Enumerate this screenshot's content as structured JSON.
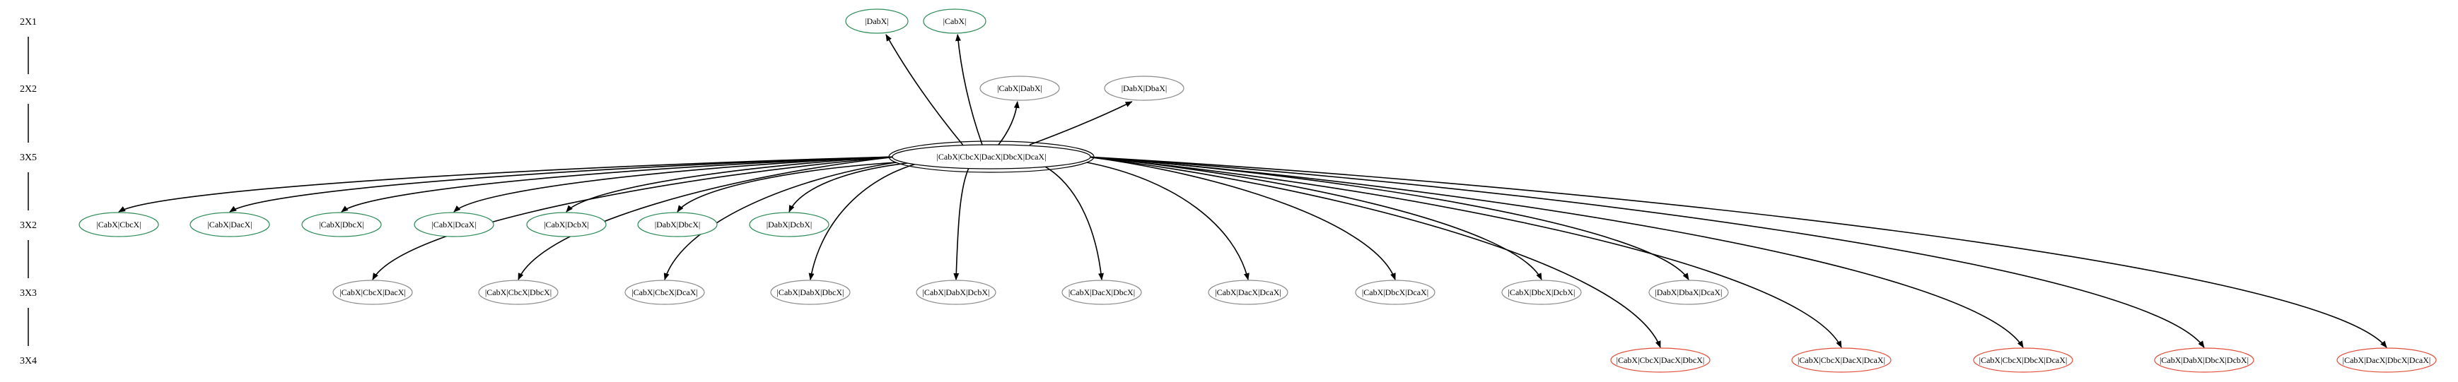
{
  "row_labels": [
    "2X1",
    "2X2",
    "3X5",
    "3X2",
    "3X3",
    "3X4"
  ],
  "colors": {
    "edge": "#000000",
    "rank_bar": "#000000",
    "node_green": "#2e8b57",
    "node_gray": "#8c8c8c",
    "node_red": "#e0503c",
    "node_center": "#000000",
    "text": "#000000"
  },
  "center_node": {
    "id": "c",
    "label": "|CabX|CbcX|DacX|DbcX|DcaX|"
  },
  "nodes": [
    {
      "id": "r1a",
      "row": 0,
      "label": "|DabX|",
      "color": "node_green"
    },
    {
      "id": "r1b",
      "row": 0,
      "label": "|CabX|",
      "color": "node_green"
    },
    {
      "id": "r2a",
      "row": 1,
      "label": "|CabX|DabX|",
      "color": "node_gray"
    },
    {
      "id": "r2b",
      "row": 1,
      "label": "|DabX|DbaX|",
      "color": "node_gray"
    },
    {
      "id": "g1",
      "row": 3,
      "label": "|CabX|CbcX|",
      "color": "node_green"
    },
    {
      "id": "g2",
      "row": 3,
      "label": "|CabX|DacX|",
      "color": "node_green"
    },
    {
      "id": "g3",
      "row": 3,
      "label": "|CabX|DbcX|",
      "color": "node_green"
    },
    {
      "id": "g4",
      "row": 3,
      "label": "|CabX|DcaX|",
      "color": "node_green"
    },
    {
      "id": "g5",
      "row": 3,
      "label": "|CabX|DcbX|",
      "color": "node_green"
    },
    {
      "id": "g6",
      "row": 3,
      "label": "|DabX|DbcX|",
      "color": "node_green"
    },
    {
      "id": "g7",
      "row": 3,
      "label": "|DabX|DcbX|",
      "color": "node_green"
    },
    {
      "id": "h1",
      "row": 4,
      "label": "|CabX|CbcX|DacX|",
      "color": "node_gray"
    },
    {
      "id": "h2",
      "row": 4,
      "label": "|CabX|CbcX|DbcX|",
      "color": "node_gray"
    },
    {
      "id": "h3",
      "row": 4,
      "label": "|CabX|CbcX|DcaX|",
      "color": "node_gray"
    },
    {
      "id": "h4",
      "row": 4,
      "label": "|CabX|DabX|DbcX|",
      "color": "node_gray"
    },
    {
      "id": "h5",
      "row": 4,
      "label": "|CabX|DabX|DcbX|",
      "color": "node_gray"
    },
    {
      "id": "h6",
      "row": 4,
      "label": "|CabX|DacX|DbcX|",
      "color": "node_gray"
    },
    {
      "id": "h7",
      "row": 4,
      "label": "|CabX|DacX|DcaX|",
      "color": "node_gray"
    },
    {
      "id": "h8",
      "row": 4,
      "label": "|CabX|DbcX|DcaX|",
      "color": "node_gray"
    },
    {
      "id": "h9",
      "row": 4,
      "label": "|CabX|DbcX|DcbX|",
      "color": "node_gray"
    },
    {
      "id": "h10",
      "row": 4,
      "label": "|DabX|DbaX|DcaX|",
      "color": "node_gray"
    },
    {
      "id": "k1",
      "row": 5,
      "label": "|CabX|CbcX|DacX|DbcX|",
      "color": "node_red"
    },
    {
      "id": "k2",
      "row": 5,
      "label": "|CabX|CbcX|DacX|DcaX|",
      "color": "node_red"
    },
    {
      "id": "k3",
      "row": 5,
      "label": "|CabX|CbcX|DbcX|DcaX|",
      "color": "node_red"
    },
    {
      "id": "k4",
      "row": 5,
      "label": "|CabX|DabX|DbcX|DcbX|",
      "color": "node_red"
    },
    {
      "id": "k5",
      "row": 5,
      "label": "|CabX|DacX|DbcX|DcaX|",
      "color": "node_red"
    }
  ],
  "edges": [
    {
      "to": "r1a"
    },
    {
      "to": "r1b"
    },
    {
      "to": "r2a"
    },
    {
      "to": "r2b"
    },
    {
      "to": "g1"
    },
    {
      "to": "g2"
    },
    {
      "to": "g3"
    },
    {
      "to": "g4"
    },
    {
      "to": "g5"
    },
    {
      "to": "g6"
    },
    {
      "to": "g7"
    },
    {
      "to": "h1"
    },
    {
      "to": "h2"
    },
    {
      "to": "h3"
    },
    {
      "to": "h4"
    },
    {
      "to": "h5"
    },
    {
      "to": "h6"
    },
    {
      "to": "h7"
    },
    {
      "to": "h8"
    },
    {
      "to": "h9"
    },
    {
      "to": "h10"
    },
    {
      "to": "k1"
    },
    {
      "to": "k2"
    },
    {
      "to": "k3"
    },
    {
      "to": "k4"
    },
    {
      "to": "k5"
    }
  ]
}
